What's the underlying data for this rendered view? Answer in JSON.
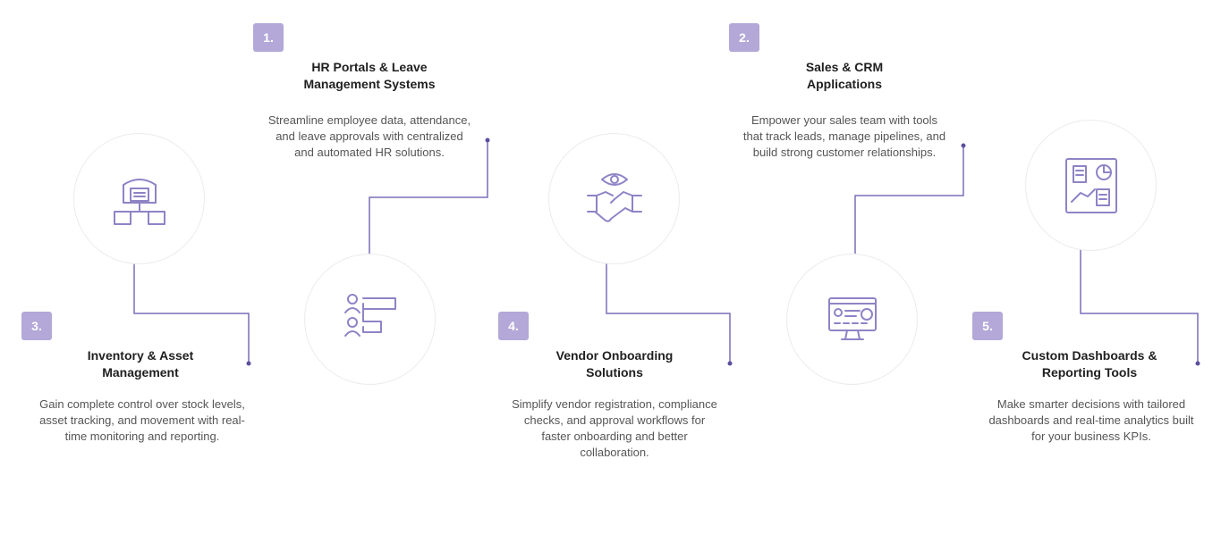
{
  "steps": [
    {
      "num": "1.",
      "title": "HR Portals & Leave\nManagement Systems",
      "desc": "Streamline employee data, attendance,\nand leave approvals with centralized\nand automated HR solutions.",
      "icon": "org-chart-icon"
    },
    {
      "num": "2.",
      "title": "Sales & CRM\nApplications",
      "desc": "Empower your sales team with tools\nthat track leads, manage pipelines, and\nbuild strong customer relationships.",
      "icon": "crm-monitor-icon"
    },
    {
      "num": "3.",
      "title": "Inventory & Asset\nManagement",
      "desc": "Gain complete control over stock levels,\nasset tracking, and movement with real-\ntime monitoring and reporting.",
      "icon": "warehouse-network-icon"
    },
    {
      "num": "4.",
      "title": "Vendor Onboarding\nSolutions",
      "desc": "Simplify vendor registration, compliance\nchecks, and approval workflows for\nfaster onboarding and better\ncollaboration.",
      "icon": "handshake-eye-icon"
    },
    {
      "num": "5.",
      "title": "Custom Dashboards &\nReporting Tools",
      "desc": "Make smarter decisions with tailored\ndashboards and real-time analytics built\nfor your business KPIs.",
      "icon": "dashboard-report-icon"
    }
  ],
  "colors": {
    "badge": "#b3a8d8",
    "icon": "#8f83c6",
    "connector": "#7a6fb8"
  }
}
